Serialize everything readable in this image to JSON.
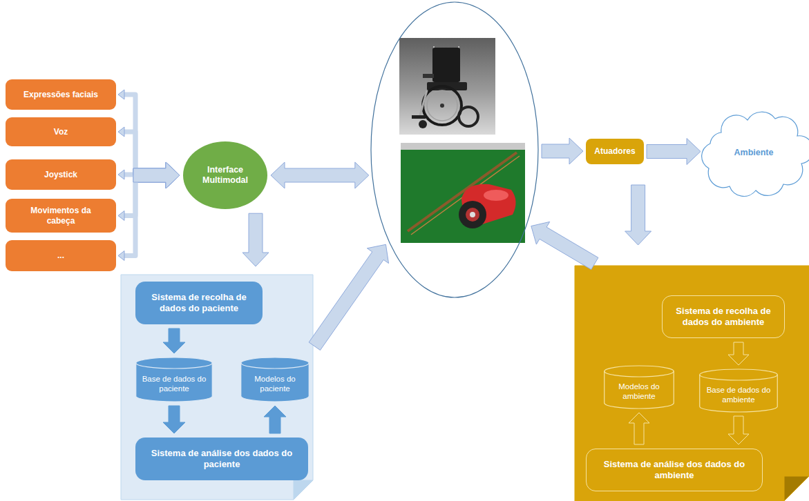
{
  "diagram": {
    "nodes": [
      {
        "text": [
          "Expressões faciais"
        ]
      },
      {
        "text": [
          "Voz"
        ]
      },
      {
        "text": [
          "Joystick"
        ]
      },
      {
        "text": [
          "Movimentos da cabeça"
        ]
      },
      {
        "text": [
          "..."
        ]
      },
      {
        "text": [
          "Interface Multimodal"
        ]
      },
      {
        "text": []
      },
      {
        "text": [
          "Atuadores"
        ]
      },
      {
        "text": [
          "Ambiente"
        ]
      },
      {
        "text": []
      },
      {
        "text": [
          "Sistema de recolha de dados do paciente"
        ],
        "in": 9
      },
      {
        "text": [
          "Base de dados do paciente"
        ],
        "in": 9
      },
      {
        "text": [
          "Modelos do paciente"
        ],
        "in": 9
      },
      {
        "text": [
          "Sistema de análise dos dados do paciente"
        ],
        "in": 9
      },
      {
        "text": []
      },
      {
        "text": [
          "Sistema de recolha de dados do ambiente"
        ],
        "in": 14
      },
      {
        "text": [
          "Modelos do ambiente"
        ],
        "in": 14
      },
      {
        "text": [
          "Base de dados do ambiente"
        ],
        "in": 14
      },
      {
        "text": [
          "Sistema de análise dos dados do ambiente"
        ],
        "in": 14
      }
    ],
    "edges": [
      {
        "from": 0,
        "to": 5,
        "arrow": "both"
      },
      {
        "from": 1,
        "to": 5,
        "arrow": "both"
      },
      {
        "from": 2,
        "to": 5,
        "arrow": "both"
      },
      {
        "from": 3,
        "to": 5,
        "arrow": "both"
      },
      {
        "from": 4,
        "to": 5,
        "arrow": "both"
      },
      {
        "from": 5,
        "to": 6,
        "arrow": "both"
      },
      {
        "from": 6,
        "to": 7,
        "arrow": "to"
      },
      {
        "from": 7,
        "to": 8,
        "arrow": "to"
      },
      {
        "from": 7,
        "to": 14,
        "arrow": "to"
      },
      {
        "from": 5,
        "to": 9,
        "arrow": "to"
      },
      {
        "from": 10,
        "to": 11,
        "arrow": "to"
      },
      {
        "from": 11,
        "to": 13,
        "arrow": "to"
      },
      {
        "from": 13,
        "to": 12,
        "arrow": "to"
      },
      {
        "from": 9,
        "to": 6,
        "arrow": "to"
      },
      {
        "from": 15,
        "to": 17,
        "arrow": "to"
      },
      {
        "from": 17,
        "to": 18,
        "arrow": "to"
      },
      {
        "from": 18,
        "to": 16,
        "arrow": "to"
      },
      {
        "from": 14,
        "to": 6,
        "arrow": "to"
      }
    ]
  }
}
